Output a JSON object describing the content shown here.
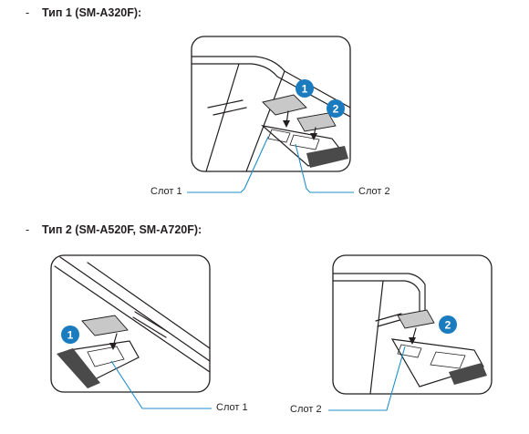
{
  "headings": {
    "type1": "Тип 1 (SM-A320F):",
    "type2": "Тип 2 (SM-A520F, SM-A720F):",
    "dash": "-"
  },
  "figure1": {
    "slot1_label": "Слот 1",
    "slot2_label": "Слот 2",
    "badge_1": "1",
    "badge_2": "2"
  },
  "figure2": {
    "slot1_label": "Слот 1",
    "badge_1": "1"
  },
  "figure3": {
    "slot2_label": "Слот 2",
    "badge_2": "2"
  },
  "colors": {
    "text": "#231f20",
    "badge": "#1a7bbf",
    "callout": "#1f8fc9",
    "tray": "#4a4a4a",
    "card": "#c8c8c8"
  }
}
